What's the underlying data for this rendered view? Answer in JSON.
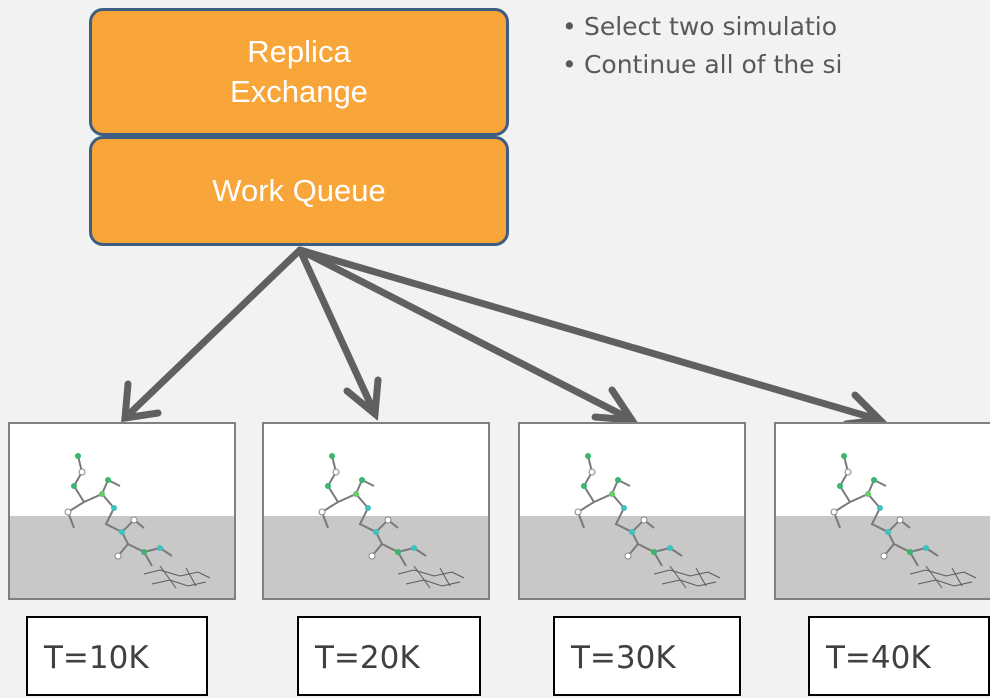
{
  "diagram": {
    "replica_box": {
      "line1": "Replica",
      "line2": "Exchange"
    },
    "queue_box": {
      "label": "Work Queue"
    },
    "bullets": [
      "Select two simulatio",
      "Continue all of the si"
    ],
    "replicas": [
      {
        "temperature": "T=10K"
      },
      {
        "temperature": "T=20K"
      },
      {
        "temperature": "T=30K"
      },
      {
        "temperature": "T=40K"
      }
    ],
    "colors": {
      "box_fill": "#f8a53a",
      "box_border": "#3d5d82",
      "arrow": "#606060",
      "background": "#f2f2f2"
    }
  }
}
